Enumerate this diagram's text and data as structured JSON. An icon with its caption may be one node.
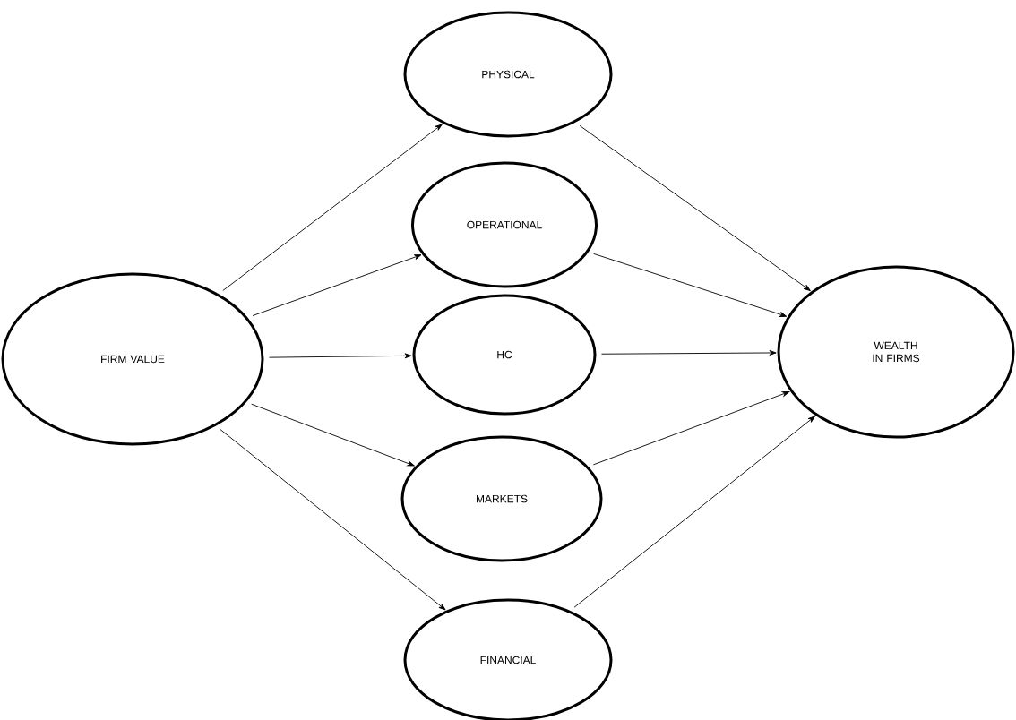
{
  "diagram": {
    "nodes": [
      {
        "text": [
          "FIRM VALUE"
        ]
      },
      {
        "text": [
          "PHYSICAL"
        ]
      },
      {
        "text": [
          "OPERATIONAL"
        ]
      },
      {
        "text": [
          "HC"
        ]
      },
      {
        "text": [
          "MARKETS"
        ]
      },
      {
        "text": [
          "FINANCIAL"
        ]
      },
      {
        "text": [
          "WEALTH IN FIRMS"
        ]
      }
    ],
    "edges": [
      {
        "from": 0,
        "to": 1,
        "arrow": "to"
      },
      {
        "from": 0,
        "to": 2,
        "arrow": "to"
      },
      {
        "from": 0,
        "to": 3,
        "arrow": "to"
      },
      {
        "from": 0,
        "to": 4,
        "arrow": "to"
      },
      {
        "from": 0,
        "to": 5,
        "arrow": "to"
      },
      {
        "from": 1,
        "to": 6,
        "arrow": "to"
      },
      {
        "from": 2,
        "to": 6,
        "arrow": "to"
      },
      {
        "from": 3,
        "to": 6,
        "arrow": "to"
      },
      {
        "from": 4,
        "to": 6,
        "arrow": "to"
      },
      {
        "from": 5,
        "to": 6,
        "arrow": "to"
      }
    ]
  }
}
